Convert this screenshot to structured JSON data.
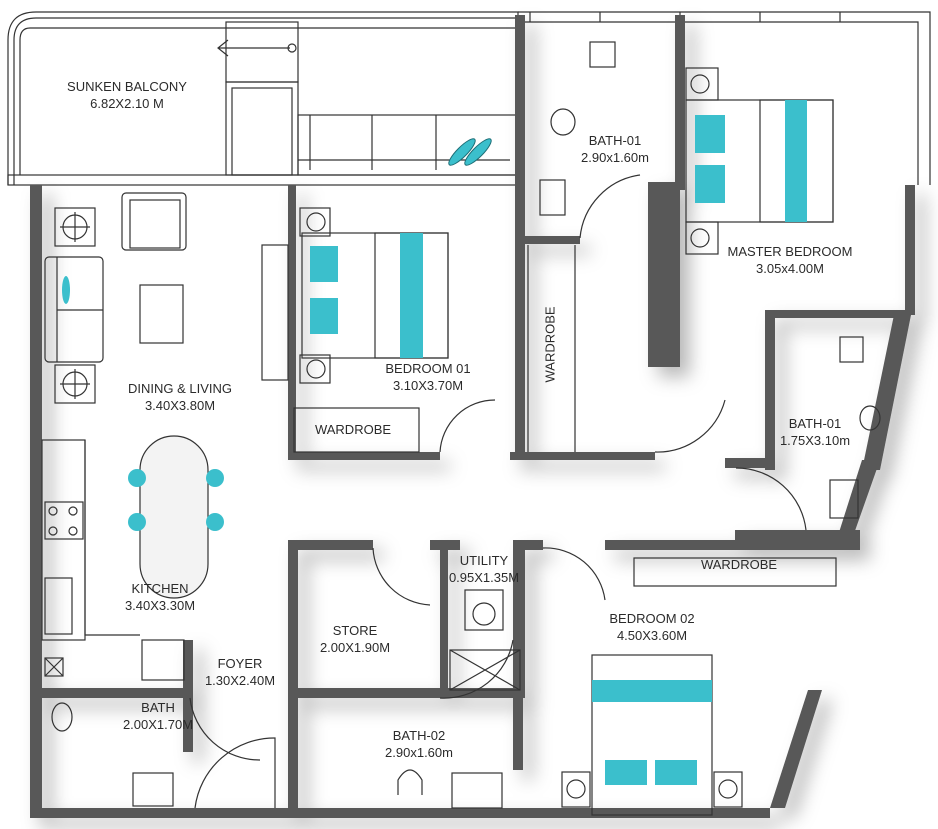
{
  "colors": {
    "wall": "#595959",
    "accent": "#3bbfcc",
    "line": "#333333"
  },
  "rooms": {
    "balcony": {
      "name": "SUNKEN BALCONY",
      "size": "6.82X2.10 M"
    },
    "bath01_top": {
      "name": "BATH-01",
      "size": "2.90x1.60m"
    },
    "master": {
      "name": "MASTER BEDROOM",
      "size": "3.05x4.00M"
    },
    "bedroom01": {
      "name": "BEDROOM 01",
      "size": "3.10X3.70M"
    },
    "living": {
      "name": "DINING & LIVING",
      "size": "3.40X3.80M"
    },
    "wardrobe_b1": {
      "name": "WARDROBE"
    },
    "wardrobe_mid": {
      "name": "WARDROBE"
    },
    "bath01_right": {
      "name": "BATH-01",
      "size": "1.75X3.10m"
    },
    "kitchen": {
      "name": "KITCHEN",
      "size": "3.40X3.30M"
    },
    "utility": {
      "name": "UTILITY",
      "size": "0.95X1.35M"
    },
    "wardrobe_b2": {
      "name": "WARDROBE"
    },
    "store": {
      "name": "STORE",
      "size": "2.00X1.90M"
    },
    "bedroom02": {
      "name": "BEDROOM 02",
      "size": "4.50X3.60M"
    },
    "foyer": {
      "name": "FOYER",
      "size": "1.30X2.40M"
    },
    "bath": {
      "name": "BATH",
      "size": "2.00X1.70M"
    },
    "bath02": {
      "name": "BATH-02",
      "size": "2.90x1.60m"
    }
  }
}
